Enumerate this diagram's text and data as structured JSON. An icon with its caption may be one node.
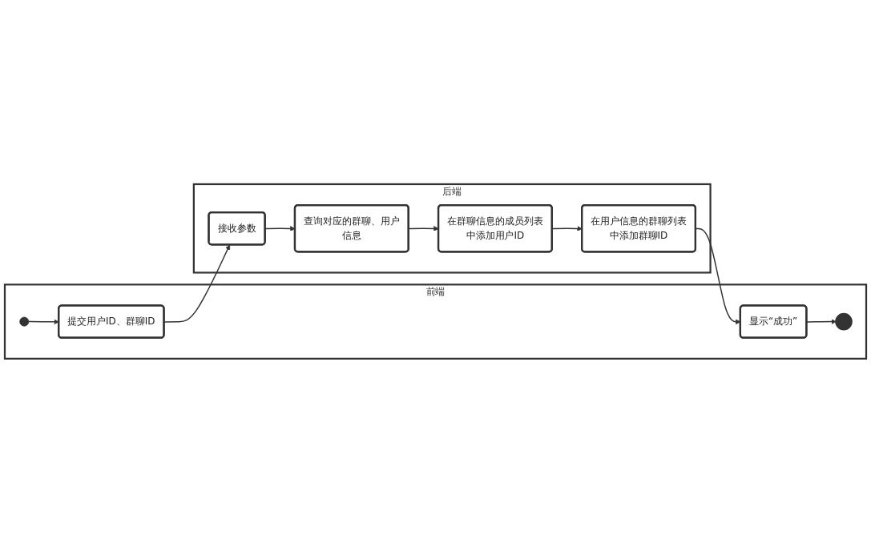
{
  "diagram": {
    "nodes": [
      {
        "text": [
          "前端"
        ]
      },
      {
        "text": [
          "后端"
        ]
      },
      {
        "text": [],
        "shape": "circle",
        "in": 0
      },
      {
        "text": [
          "提交用户ID、群聊ID"
        ],
        "in": 0
      },
      {
        "text": [
          "接收参数"
        ],
        "in": 1
      },
      {
        "text": [
          "查询对应的群聊、用户信息"
        ],
        "in": 1
      },
      {
        "text": [
          "在群聊信息的成员列表中添加用户ID"
        ],
        "in": 1
      },
      {
        "text": [
          "在用户信息的群聊列表中添加群聊ID"
        ],
        "in": 1
      },
      {
        "text": [
          "显示“成功”"
        ],
        "in": 0
      },
      {
        "text": [],
        "shape": "bullseye",
        "in": 0
      }
    ],
    "edges": [
      {
        "from": 2,
        "to": 3,
        "arrow": "to"
      },
      {
        "from": 3,
        "to": 4,
        "arrow": "to"
      },
      {
        "from": 4,
        "to": 5,
        "arrow": "to"
      },
      {
        "from": 5,
        "to": 6,
        "arrow": "to"
      },
      {
        "from": 6,
        "to": 7,
        "arrow": "to"
      },
      {
        "from": 7,
        "to": 8,
        "arrow": "to"
      },
      {
        "from": 8,
        "to": 9,
        "arrow": "to"
      }
    ]
  }
}
